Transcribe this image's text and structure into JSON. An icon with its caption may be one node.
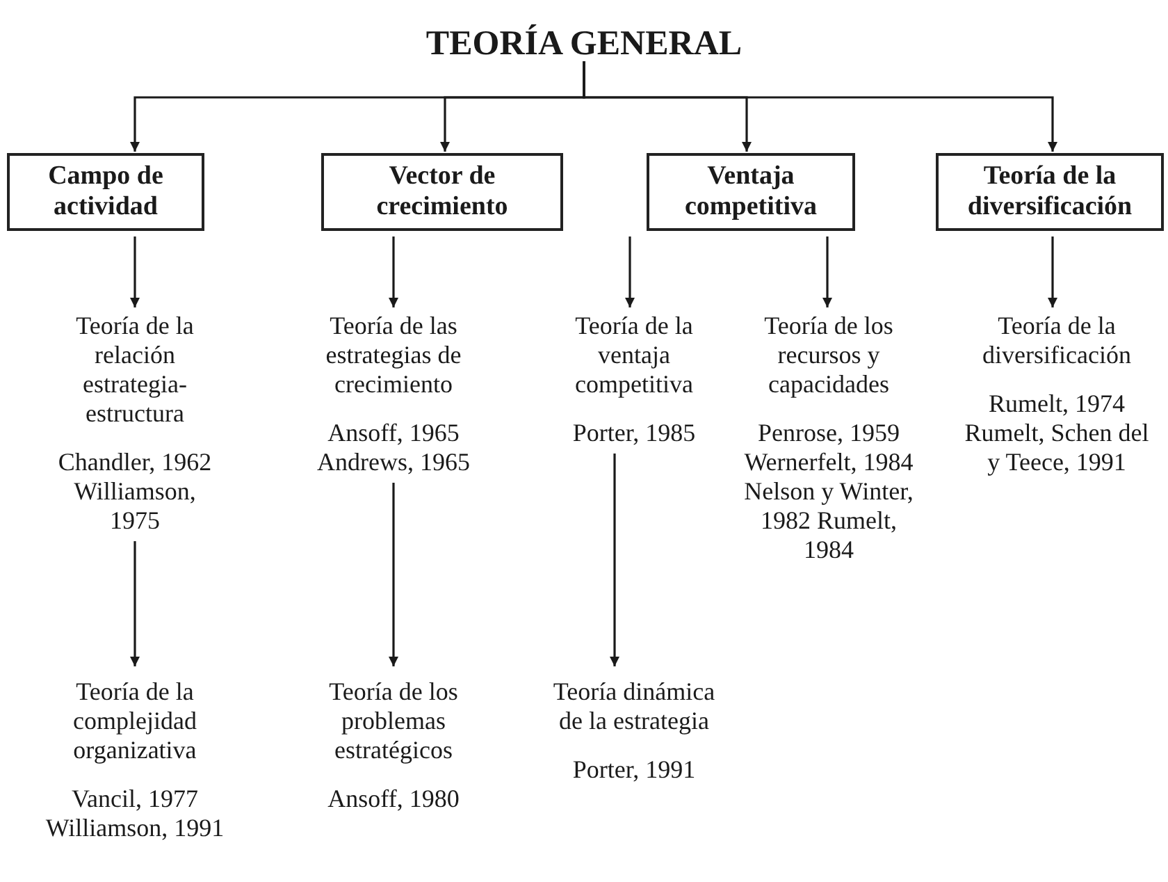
{
  "diagram": {
    "nodes": [
      {
        "text": [
          "TEORÍA GENERAL"
        ]
      },
      {
        "text": [
          "Campo de actividad"
        ]
      },
      {
        "text": [
          "Vector de crecimiento"
        ]
      },
      {
        "text": [
          "Ventaja competitiva"
        ]
      },
      {
        "text": [
          "Teoría de la diversificación"
        ]
      },
      {
        "text": [
          "Teoría de la relación estrategia-estructura",
          "Chandler, 1962 Williamson, 1975"
        ]
      },
      {
        "text": [
          "Teoría de las estrategias de crecimiento",
          "Ansoff, 1965 Andrews, 1965"
        ]
      },
      {
        "text": [
          "Teoría de la ventaja competitiva",
          "Porter, 1985"
        ]
      },
      {
        "text": [
          "Teoría de los recursos y capacidades",
          "Penrose, 1959 Wernerfelt, 1984 Nelson y Winter, 1982 Rumelt, 1984"
        ]
      },
      {
        "text": [
          "Teoría de la diversificación",
          "Rumelt, 1974 Rumelt, Schen del y Teece, 1991"
        ]
      },
      {
        "text": [
          "Teoría de la complejidad organizativa",
          "Vancil, 1977 Williamson, 1991"
        ]
      },
      {
        "text": [
          "Teoría de los problemas estratégicos",
          "Ansoff, 1980"
        ]
      },
      {
        "text": [
          "Teoría dinámica de la estrategia",
          "Porter, 1991"
        ]
      }
    ],
    "edges": [
      {
        "from": 0,
        "to": 1,
        "arrow": "to"
      },
      {
        "from": 0,
        "to": 2,
        "arrow": "to"
      },
      {
        "from": 0,
        "to": 3,
        "arrow": "to"
      },
      {
        "from": 0,
        "to": 4,
        "arrow": "to"
      },
      {
        "from": 1,
        "to": 5,
        "arrow": "to"
      },
      {
        "from": 2,
        "to": 6,
        "arrow": "to"
      },
      {
        "from": 3,
        "to": 7,
        "arrow": "to"
      },
      {
        "from": 3,
        "to": 8,
        "arrow": "to"
      },
      {
        "from": 4,
        "to": 9,
        "arrow": "to"
      },
      {
        "from": 5,
        "to": 10,
        "arrow": "to"
      },
      {
        "from": 6,
        "to": 11,
        "arrow": "to"
      },
      {
        "from": 7,
        "to": 12,
        "arrow": "to"
      }
    ]
  }
}
